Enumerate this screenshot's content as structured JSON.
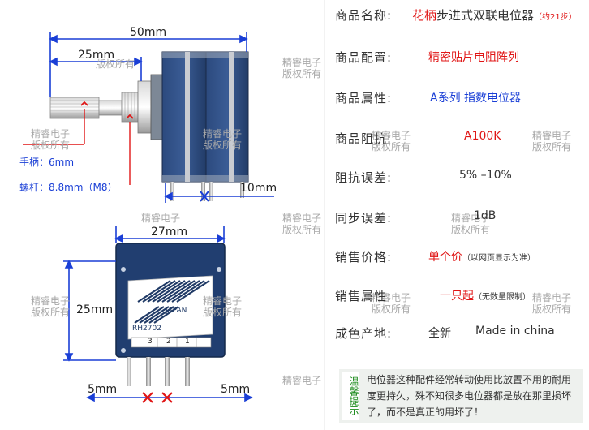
{
  "watermarks": [
    "版权所有",
    "精睿电子",
    "版权所有"
  ],
  "dimensions": {
    "top_width": "50mm",
    "shaft_length": "25mm",
    "handle": "手柄：6mm",
    "bolt": "螺杆：8.8mm（M8）",
    "pin_offset": "10mm",
    "body_width": "27mm",
    "body_height": "25mm",
    "pin_left": "5mm",
    "pin_right": "5mm"
  },
  "component": {
    "brand_label": "JAPAN",
    "model": "RH2702",
    "pins": [
      "3",
      "2",
      "1"
    ]
  },
  "specs": [
    {
      "label": "商品名称:",
      "value": "花柄",
      "value2": "步进式双联电位器",
      "note": "（约21步）"
    },
    {
      "label": "商品配置:",
      "value": "精密贴片电阻阵列"
    },
    {
      "label": "商品属性:",
      "value": "A系列  指数电位器"
    },
    {
      "label": "商品阻抗:",
      "value": "A100K"
    },
    {
      "label": "阻抗误差:",
      "value": "5% –10%"
    },
    {
      "label": "同步误差:",
      "value": "1dB"
    },
    {
      "label": "销售价格:",
      "value": "单个价",
      "note": "（以网页显示为准）"
    },
    {
      "label": "销售属性:",
      "value": "一只起",
      "note": "（无数量限制）"
    },
    {
      "label": "成色产地:",
      "value": "全新",
      "value2": "Made in china"
    }
  ],
  "notice": {
    "tag": "温馨提示",
    "text": "电位器这种配件经常转动使用比放置不用的耐用度更持久，殊不知很多电位器都是放在那里损坏了，而不是真正的用坏了！"
  },
  "colors": {
    "red": "#e01515",
    "blue_dim": "#1a3fd6",
    "body_blue": "#1f3b6e",
    "notice_green": "#1a8a1a"
  }
}
